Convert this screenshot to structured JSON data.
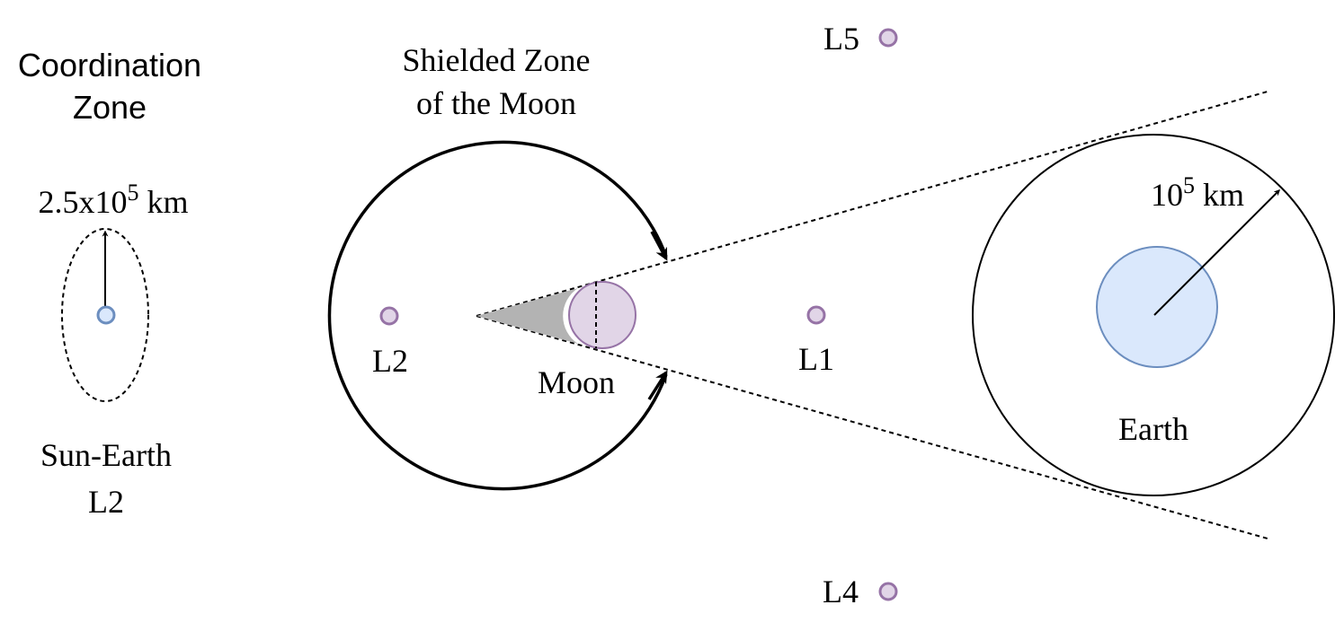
{
  "coordination_zone": {
    "title_line1": "Coordination",
    "title_line2": "Zone",
    "radius_label": "2.5x10",
    "radius_exponent": "5",
    "radius_unit": " km",
    "name_line1": "Sun-Earth",
    "name_line2": "L2"
  },
  "shielded_zone": {
    "title_line1": "Shielded Zone",
    "title_line2": "of the Moon"
  },
  "moon": {
    "label": "Moon"
  },
  "earth": {
    "label": "Earth",
    "radius_label": "10",
    "radius_exponent": "5",
    "radius_unit": " km"
  },
  "lagrange_points": {
    "l1": "L1",
    "l2": "L2",
    "l4": "L4",
    "l5": "L5"
  },
  "colors": {
    "point_fill": "#e1d5e7",
    "point_stroke": "#9673a6",
    "earth_fill": "#dae8fc",
    "earth_stroke": "#6c8ebf",
    "shadow_fill": "#b3b3b3",
    "line": "#000000"
  }
}
